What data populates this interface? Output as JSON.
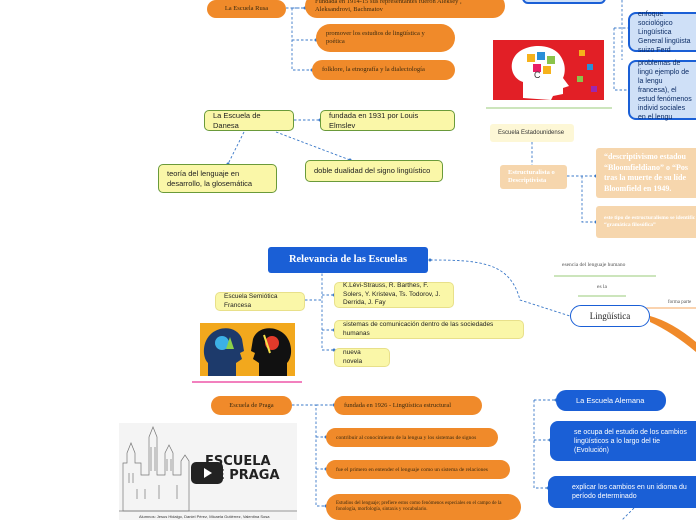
{
  "nodes": {
    "rusa": "La Escuela Rusa",
    "fundada_1914": "Fundada en 1914-15 sus representantes fueron Alekséy , Aleksandrovi, Bachmatov",
    "promover": "promover los estudios de lingüística y poética",
    "folklore": "folklore, la etnografía y la dialectología",
    "danesa": "La Escuela de Danesa",
    "fundada_1931": "fundada en 1931 por Louis Elmslev",
    "teoria": "teoría del lenguaje en desarrollo, la glosemática",
    "doble": "doble dualidad del signo lingüístico",
    "enfoque": "enfoque sociológico Lingüística General lingüista suizo Ferd",
    "problemas": "problemas de lingü ejemplo de la lengu francesa), el estud fenómenos individ sociales en el lengu",
    "estadounidense": "Escuela Estadounidense",
    "estructuralista": "Estructuralista o Descriptivista",
    "descriptivismo": "“descriptivismo estadou “Bloomfieldiano” o “Pos tras la muerte de su líde Bloomfield en 1949.",
    "este_tipo": "este tipo de estructuralismo se identific “gramática filosófica”",
    "relevancia": "Relevancia de las Escuelas",
    "semiotica": "Escuela Semiótica Francesa",
    "levi": "K.Lévi-Strauss, R. Barthes, F. Solers, Y. Kristeva, Ts. Todorov, J. Derrida, J. Fay",
    "sistemas": "sistemas de comunicación dentro de las sociedades humanas",
    "nueva": "nueva novela",
    "esencia": "esencia del lenguaje humano",
    "es_la": "es la",
    "forma_parte": "forma parte",
    "linguistica": "Lingüística",
    "praga": "Escuela de Praga",
    "fundada_1926": "fundada en 1926 - Lingüística estructural",
    "contribuir": "contribuir al conocimiento de la lengua y los sistemas de signos",
    "fue_primero": "fue el primero en entender el lenguaje como un sistema de relaciones",
    "estudios": "Estudios del lenguaje; prefiere estos como fenómenos especiales en el campo de la fonología, morfología, sintaxis y vocabulario.",
    "alemana": "La Escuela Alemana",
    "se_ocupa": "se ocupa del estudio de los cambios lingüísticos a lo largo del tie (Evolución)",
    "explicar": "explicar los cambios en un idioma du período determinado"
  },
  "video": {
    "title_line1": "ESCUELA",
    "title_line2": "DE PRAGA",
    "caption": "Alumnos: Jesus Hidalgo, Daniel Pérez, Micaela Gutiérrez, Valentina Sosa"
  },
  "colors": {
    "orange": "#f08a2a",
    "lemon": "#faf7a8",
    "blue": "#1a5fd6",
    "peach": "#f6d6ad",
    "connector": "#3a78c8"
  }
}
